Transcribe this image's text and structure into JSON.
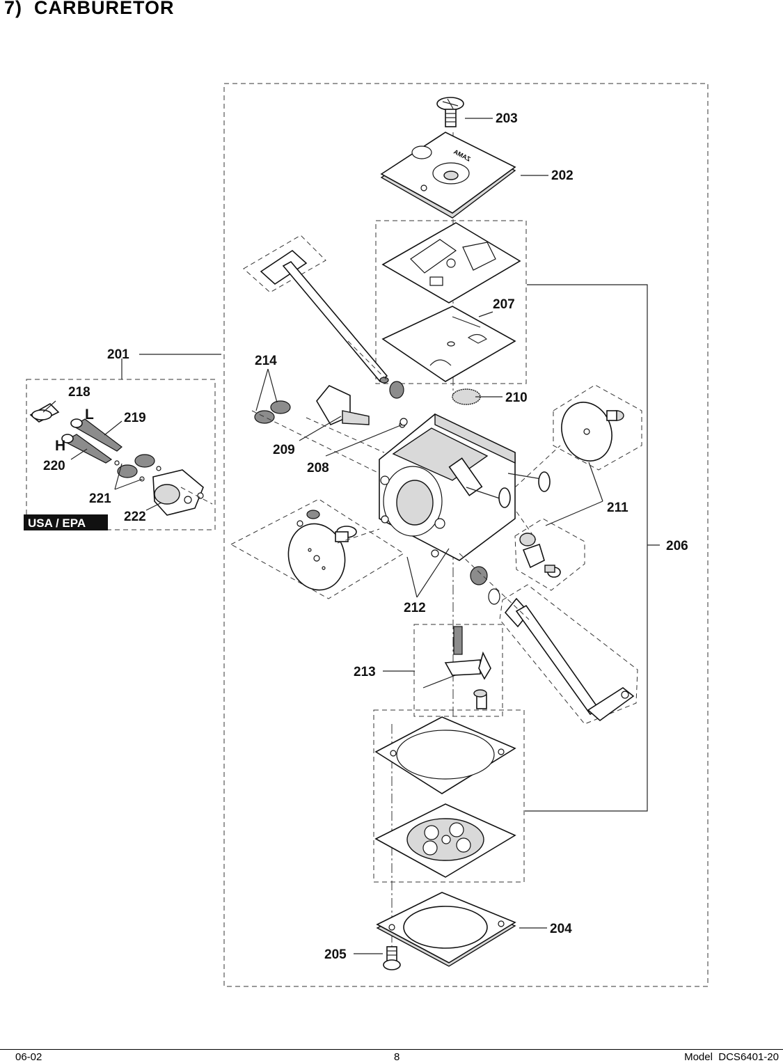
{
  "title": "7)  CARBURETOR",
  "badge": "USA / EPA",
  "callouts": {
    "c201": "201",
    "c202": "202",
    "c203": "203",
    "c204": "204",
    "c205": "205",
    "c206": "206",
    "c207": "207",
    "c208": "208",
    "c209": "209",
    "c210": "210",
    "c211": "211",
    "c212": "212",
    "c213": "213",
    "c214": "214",
    "c218": "218",
    "c219": "219",
    "c220": "220",
    "c221": "221",
    "c222": "222",
    "needle_low": "L",
    "needle_high": "H"
  },
  "cover_marking": "ZAMA",
  "footer": {
    "date": "06-02",
    "page": "8",
    "model": "Model  DCS6401-20"
  }
}
